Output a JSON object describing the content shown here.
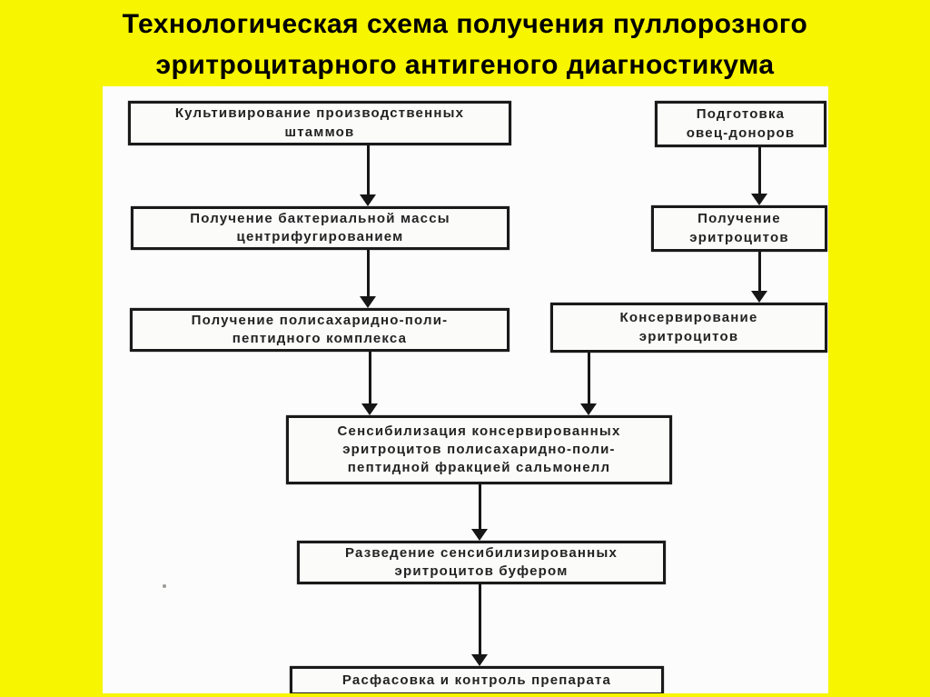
{
  "slide": {
    "title": "Технологическая схема получения пуллорозного\nэритроцитарного антигеного диагностикума",
    "background_color": "#f7f500",
    "panel_color": "#fcfcfc",
    "box_border_color": "#1a1a1a",
    "box_text_color": "#232323",
    "title_color": "#000000"
  },
  "diagram": {
    "type": "flowchart",
    "nodes": [
      {
        "id": "cultivation",
        "label": "Культивирование производственных\nштаммов"
      },
      {
        "id": "bacterial-mass",
        "label": "Получение бактериальной массы\nцентрифугированием"
      },
      {
        "id": "polysaccharide",
        "label": "Получение полисахаридно-поли-\nпептидного комплекса"
      },
      {
        "id": "sheep-donors",
        "label": "Подготовка\nовец-доноров"
      },
      {
        "id": "erythrocytes",
        "label": "Получение\nэритроцитов"
      },
      {
        "id": "preservation",
        "label": "Консервирование\nэритроцитов"
      },
      {
        "id": "sensitization",
        "label": "Сенсибилизация консервированных\nэритроцитов полисахаридно-поли-\nпептидной фракцией сальмонелл"
      },
      {
        "id": "dilution",
        "label": "Разведение сенсибилизированных\nэритроцитов буфером"
      },
      {
        "id": "packaging",
        "label": "Расфасовка и контроль препарата"
      }
    ],
    "edges": [
      {
        "from": "cultivation",
        "to": "bacterial-mass"
      },
      {
        "from": "bacterial-mass",
        "to": "polysaccharide"
      },
      {
        "from": "polysaccharide",
        "to": "sensitization"
      },
      {
        "from": "sheep-donors",
        "to": "erythrocytes"
      },
      {
        "from": "erythrocytes",
        "to": "preservation"
      },
      {
        "from": "preservation",
        "to": "sensitization"
      },
      {
        "from": "sensitization",
        "to": "dilution"
      },
      {
        "from": "dilution",
        "to": "packaging"
      }
    ]
  }
}
